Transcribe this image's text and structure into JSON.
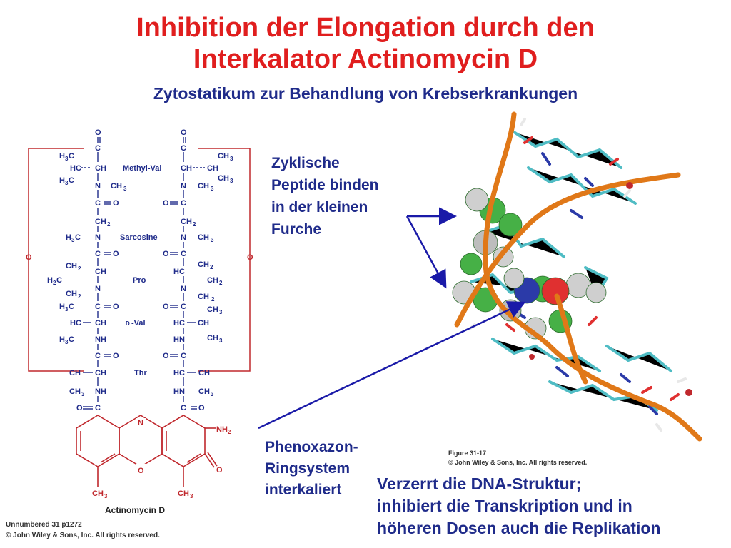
{
  "title": {
    "line1": "Inhibition der Elongation durch den",
    "line2": "Interkalator Actinomycin D",
    "subtitle": "Zytostatikum zur Behandlung von Krebserkrankungen"
  },
  "notes": {
    "peptide": [
      "Zyklische",
      "Peptide binden",
      "in der kleinen",
      "Furche"
    ],
    "phenoxazone": [
      "Phenoxazon-",
      "Ringsystem",
      "interkaliert"
    ],
    "effect": [
      "Verzerrt die DNA-Struktur;",
      "inhibiert die Transkription und in",
      "höheren Dosen auch die Replikation"
    ]
  },
  "structure": {
    "residues": {
      "methylval": "Methyl-Val",
      "sarcosine": "Sarcosine",
      "pro": "Pro",
      "dval": "-Val",
      "dval_prefix": "D",
      "thr": "Thr"
    },
    "name": "Actinomycin D",
    "ring_o": "O",
    "ring_n": "N",
    "nh2": "NH",
    "nh2_sub": "2",
    "left_o": "O",
    "right_o": "O"
  },
  "credits": {
    "left_line1": "Unnumbered 31 p1272",
    "left_line2": "© John Wiley & Sons, Inc. All rights reserved.",
    "fig_line1": "Figure 31-17",
    "fig_line2": "© John Wiley & Sons, Inc. All rights reserved."
  },
  "colors": {
    "title": "#e01e1e",
    "text": "#1f2b8a",
    "structure_blue": "#1f2b8a",
    "structure_red": "#c0282d",
    "dna_backbone": "#e07818",
    "carbon": "#4fbcc4",
    "nitrogen": "#2b3aa8",
    "oxygen": "#e03030",
    "drug_carbon": "#46b046"
  },
  "icons": [
    "arrow-icon"
  ]
}
